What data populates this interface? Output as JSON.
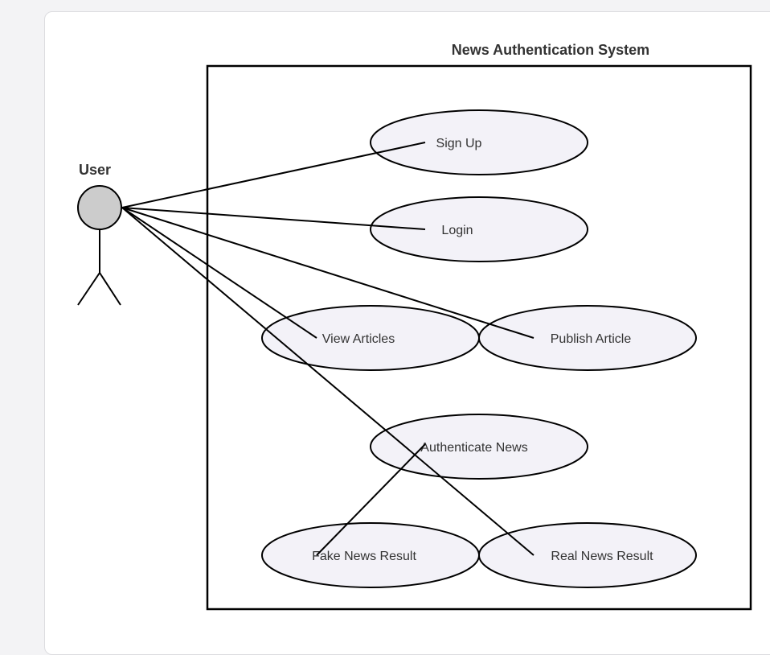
{
  "system": {
    "title": "News Authentication System"
  },
  "actor": {
    "name": "User"
  },
  "use_cases": [
    {
      "id": "signup",
      "label": "Sign Up"
    },
    {
      "id": "login",
      "label": "Login"
    },
    {
      "id": "view",
      "label": "View Articles"
    },
    {
      "id": "publish",
      "label": "Publish Article"
    },
    {
      "id": "auth",
      "label": "Authenticate News"
    },
    {
      "id": "fake",
      "label": "Fake News Result"
    },
    {
      "id": "real",
      "label": "Real News Result"
    }
  ],
  "associations": [
    {
      "from": "actor",
      "to": "signup"
    },
    {
      "from": "actor",
      "to": "login"
    },
    {
      "from": "actor",
      "to": "view"
    },
    {
      "from": "actor",
      "to": "publish"
    },
    {
      "from": "actor",
      "to": "real"
    },
    {
      "from": "auth",
      "to": "fake"
    }
  ],
  "colors": {
    "line": "#000000",
    "use_case_fill": "#f3f2f8",
    "actor_head_fill": "#cccccc"
  }
}
